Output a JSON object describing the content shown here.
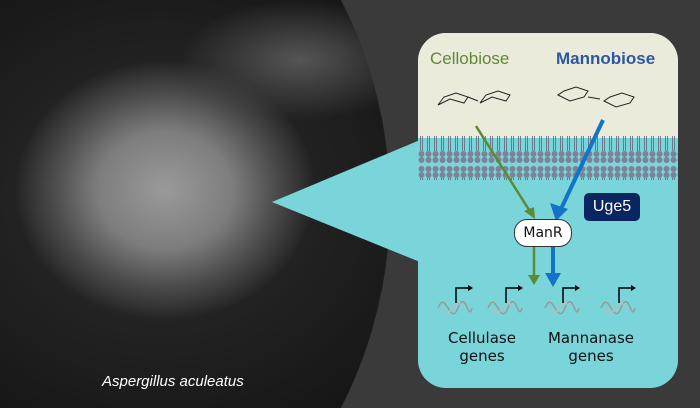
{
  "species_label": "Aspergillus aculeatus",
  "substrates": {
    "cellobiose": "Cellobiose",
    "mannobiose": "Mannobiose"
  },
  "proteins": {
    "uge5": "Uge5",
    "manr": "ManR"
  },
  "genes": {
    "cellulase_line1": "Cellulase",
    "cellulase_line2": "genes",
    "mannanase_line1": "Mannanase",
    "mannanase_line2": "genes"
  },
  "colors": {
    "cellobiose": "#5d8a32",
    "mannobiose": "#2a58a4",
    "cytoplasm": "#7ad5da",
    "extracellular": "#ebebdc",
    "uge5": "#0a2660"
  }
}
